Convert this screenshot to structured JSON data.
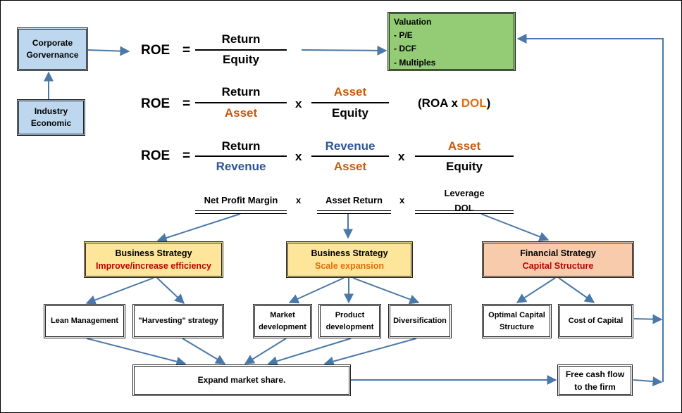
{
  "boxes": {
    "corporate_governance": "Corporate Gorvernance",
    "industry_economic": "Industry Economic",
    "valuation": {
      "title": "Valuation",
      "items": [
        "- P/E",
        "- DCF",
        "- Multiples"
      ]
    },
    "business_strategy_1": {
      "title": "Business Strategy",
      "subtitle": "Improve/increase efficiency"
    },
    "business_strategy_2": {
      "title": "Business Strategy",
      "subtitle": "Scale expansion"
    },
    "financial_strategy": {
      "title": "Financial Strategy",
      "subtitle": "Capital Structure"
    },
    "lean_management": "Lean Management",
    "harvesting": "\"Harvesting\" strategy",
    "market_development": "Market development",
    "product_development": "Product development",
    "diversification": "Diversification",
    "optimal_capital": "Optimal Capital Structure",
    "cost_of_capital": "Cost of Capital",
    "expand_market": "Expand market share.",
    "free_cash_flow": "Free cash flow to the firm"
  },
  "formulas": {
    "roe": "ROE",
    "eq": "=",
    "times": "x",
    "row1": {
      "num": "Return",
      "den": "Equity"
    },
    "row2": {
      "f1_num": "Return",
      "f1_den": "Asset",
      "f2_num": "Asset",
      "f2_den": "Equity",
      "roa_open": "(ROA x ",
      "dol": "DOL",
      "roa_close": ")"
    },
    "row3": {
      "f1_num": "Return",
      "f1_den": "Revenue",
      "f2_num": "Revenue",
      "f2_den": "Asset",
      "f3_num": "Asset",
      "f3_den": "Equity"
    },
    "row4": {
      "net_profit_margin": "Net Profit Margin",
      "asset_return": "Asset Return",
      "leverage": "Leverage",
      "dol": "DOL"
    }
  },
  "colors": {
    "arrow": "#4a78a8",
    "asset": "#c55a11",
    "revenue": "#2e5597",
    "dol": "#e46c0a"
  }
}
